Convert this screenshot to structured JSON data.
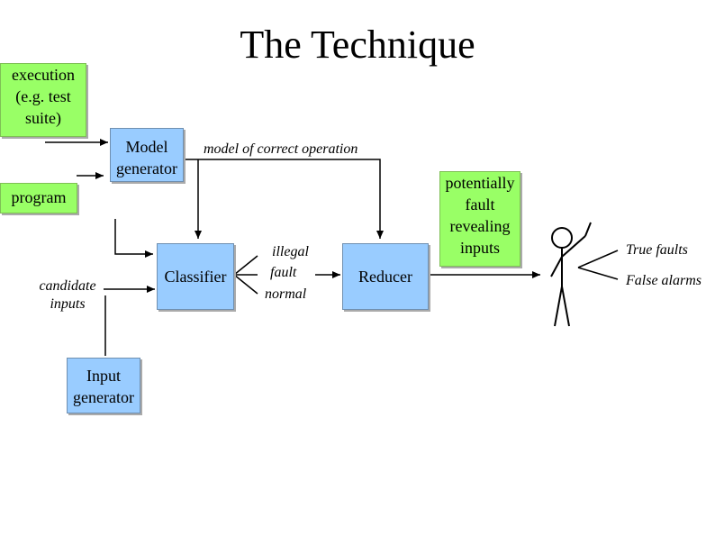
{
  "title": "The Technique",
  "notes": {
    "execution": [
      "execution",
      "(e.g. test",
      "suite)"
    ],
    "program": "program",
    "potentially": [
      "potentially",
      "fault",
      "revealing",
      "inputs"
    ]
  },
  "boxes": {
    "model_generator": [
      "Model",
      "generator"
    ],
    "classifier": "Classifier",
    "reducer": "Reducer",
    "input_generator": [
      "Input",
      "generator"
    ]
  },
  "labels": {
    "model_of_correct_operation": "model of correct operation",
    "candidate_inputs": [
      "candidate",
      "inputs"
    ],
    "illegal": "illegal",
    "fault": "fault",
    "normal": "normal",
    "true_faults": "True faults",
    "false_alarms": "False alarms"
  },
  "colors": {
    "note_green": "#99ff66",
    "box_blue": "#99ccff"
  }
}
